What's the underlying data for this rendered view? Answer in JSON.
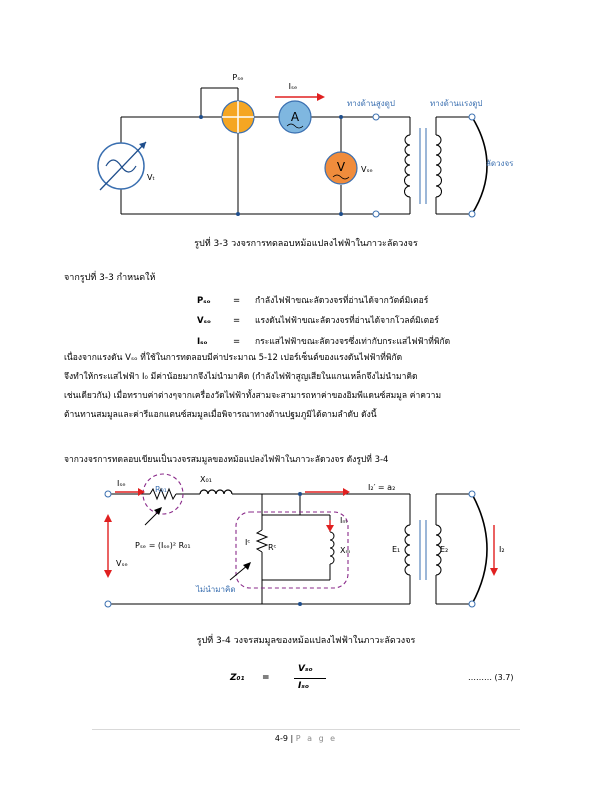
{
  "figure1": {
    "labels": {
      "psc": "Pₛₑ",
      "isc": "Iₛₑ",
      "vt": "Vₜ",
      "vsc": "Vₛₑ",
      "hv_side": "ทางด้านสูงดูป",
      "lv_side": "ทางด้านแรงดูป",
      "short": "ลัดวงจร",
      "ammeter": "A",
      "voltmeter": "V"
    },
    "caption": "รูปที่  3-3  วงจรการทดลอบหม้อแปลงไฟฟ้าในภาวะลัดวงจร"
  },
  "intro_line": "จากรูปที่ 3-3  กำหนดให้",
  "definitions": [
    {
      "sym": "Pₛₒ",
      "eq": "=",
      "desc": "กำลังไฟฟ้าขณะลัดวงจรที่อ่านได้จากวัตต์มิเตอร์"
    },
    {
      "sym": "Vₛₒ",
      "eq": "=",
      "desc": "แรงดันไฟฟ้าขณะลัดวงจรที่อ่านได้จากโวลต์มิเตอร์"
    },
    {
      "sym": "Iₛₒ",
      "eq": "=",
      "desc": "กระแสไฟฟ้าขณะลัดวงจรซึ่งเท่ากับกระแสไฟฟ้าที่พิกัด"
    }
  ],
  "paragraph": [
    "          เนื่องจากแรงดัน Vₛₒ ที่ใช้ในการทดลอบมีค่าประมาณ 5-12      เปอร์เซ็นต์ของแรงดันไฟฟ้าที่พิกัด",
    "จึงทำให้กระแสไฟฟ้า  I₀  มีค่าน้อยมากจึงไม่นำมาคิด (กำลังไฟฟ้าสูญเสียในแกนเหล็กจึงไม่นำมาคิด",
    "เช่นเดียวกัน) เมื่อทราบค่าต่างๆจากเครื่องวัดไฟฟ้าทั้งสามจะสามารถหาค่าของอิมพีแดนซ์สมมูล ค่าความ",
    "ต้านทานสมมูลและค่ารีแอกแตนซ์สมมูลเมื่อพิจารณาทางด้านปฐมภูมิได้ตามลำดับ ดังนี้"
  ],
  "paragraph2": "          จากวงจรการทดลอบเขียนเป็นวงจรสมมูลของหม้อแปลงไฟฟ้าในภาวะลัดวงจร  ดังรูปที่  3-4",
  "figure2": {
    "labels": {
      "isc": "Iₛₑ",
      "r01": "R₀₁",
      "x01": "X₀₁",
      "i2prime": "I₂′  =  a₂",
      "psc_formula": "Pₛₑ = (Iₛₑ)² R₀₁",
      "ic": "Iᶜ",
      "rc": "Rᶜ",
      "im": "Iₘ",
      "xm": "Xₘ",
      "e1": "E₁",
      "e2": "E₂",
      "i2": "I₂",
      "vsc": "Vₛₑ",
      "not_counted": "ไม่นำมาคิด"
    },
    "caption": "รูปที่  3-4  วงจรสมมูลของหม้อแปลงไฟฟ้าในภาวะลัดวงจร"
  },
  "formula": {
    "lhs": "Z₀₁",
    "eq": "=",
    "num": "Vₛₒ",
    "den": "Iₛₒ",
    "ref": "……… (3.7)"
  },
  "footer": {
    "page": "4-9",
    "sep": "|",
    "word": "P a g e"
  }
}
